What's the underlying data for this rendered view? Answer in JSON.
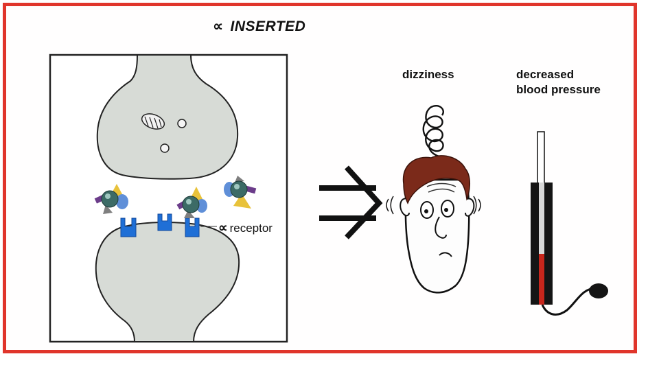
{
  "title": {
    "symbol": "∝",
    "text": "INSERTED"
  },
  "synapse": {
    "receptor_symbol": "∝",
    "receptor_label": "receptor"
  },
  "effects": [
    {
      "lines": [
        "dizziness"
      ]
    },
    {
      "lines": [
        "decreased",
        "blood pressure"
      ]
    }
  ],
  "colors": {
    "frame": "#e0352b",
    "neuron": "#d7dbd6",
    "receptor": "#1f6fd6",
    "hair": "#7b2a1a",
    "gauge_fill": "#c8261c"
  }
}
